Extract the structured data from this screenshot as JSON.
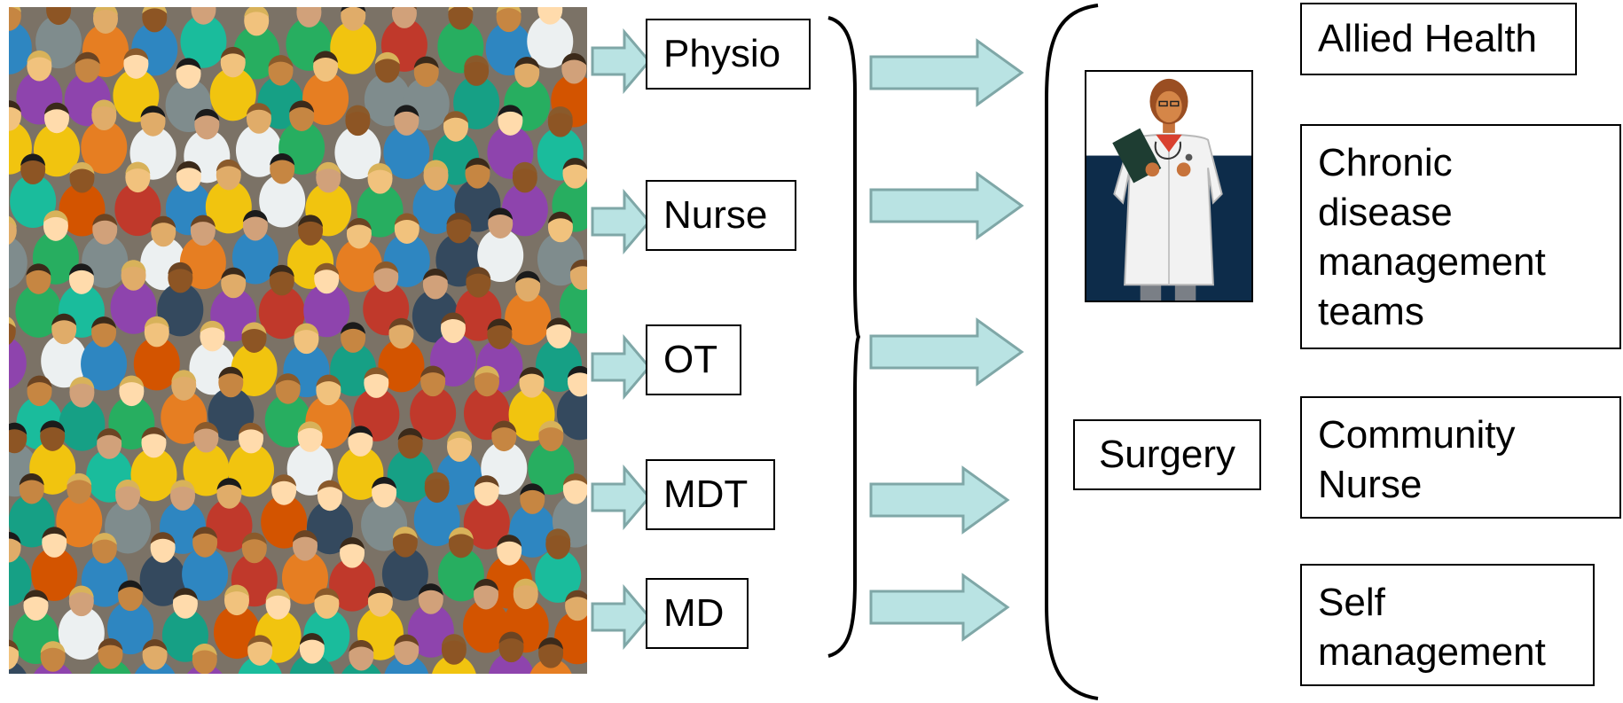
{
  "left_roles": [
    "Physio",
    "Nurse",
    "OT",
    "MDT",
    "MD"
  ],
  "surgery": "Surgery",
  "right_services": {
    "allied_health": "Allied Health",
    "chronic": [
      "Chronic",
      "disease",
      "management",
      "teams"
    ],
    "community": [
      "Community",
      "Nurse"
    ],
    "self": [
      "Self",
      "management"
    ]
  },
  "colors": {
    "arrow_fill": "#b9e3e3",
    "arrow_stroke": "#7fa7a7",
    "doctor_bg": "#0d2c4a"
  },
  "icons": {
    "crowd": "crowd-photo",
    "doctor": "doctor-clipart"
  }
}
